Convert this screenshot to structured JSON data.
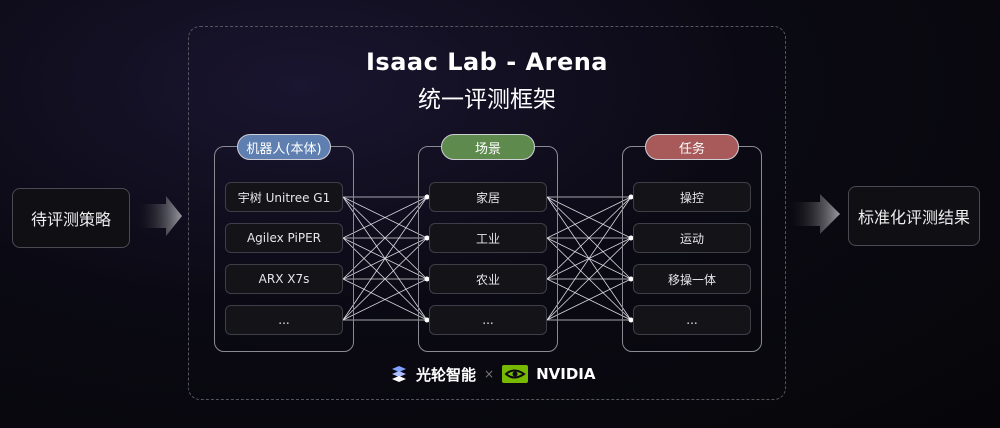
{
  "title": "Isaac Lab - Arena",
  "subtitle": "统一评测框架",
  "input_label": "待评测策略",
  "output_label": "标准化评测结果",
  "columns": [
    {
      "header": "机器人(本体)",
      "color": "#5e7fb0",
      "items": [
        "宇树 Unitree G1",
        "Agilex PiPER",
        "ARX X7s",
        "..."
      ]
    },
    {
      "header": "场景",
      "color": "#5e8a4e",
      "items": [
        "家居",
        "工业",
        "农业",
        "..."
      ]
    },
    {
      "header": "任务",
      "color": "#a85a5a",
      "items": [
        "操控",
        "运动",
        "移操一体",
        "..."
      ]
    }
  ],
  "partner_logo_text": "光轮智能",
  "separator": "×",
  "nvidia_text": "NVIDIA"
}
